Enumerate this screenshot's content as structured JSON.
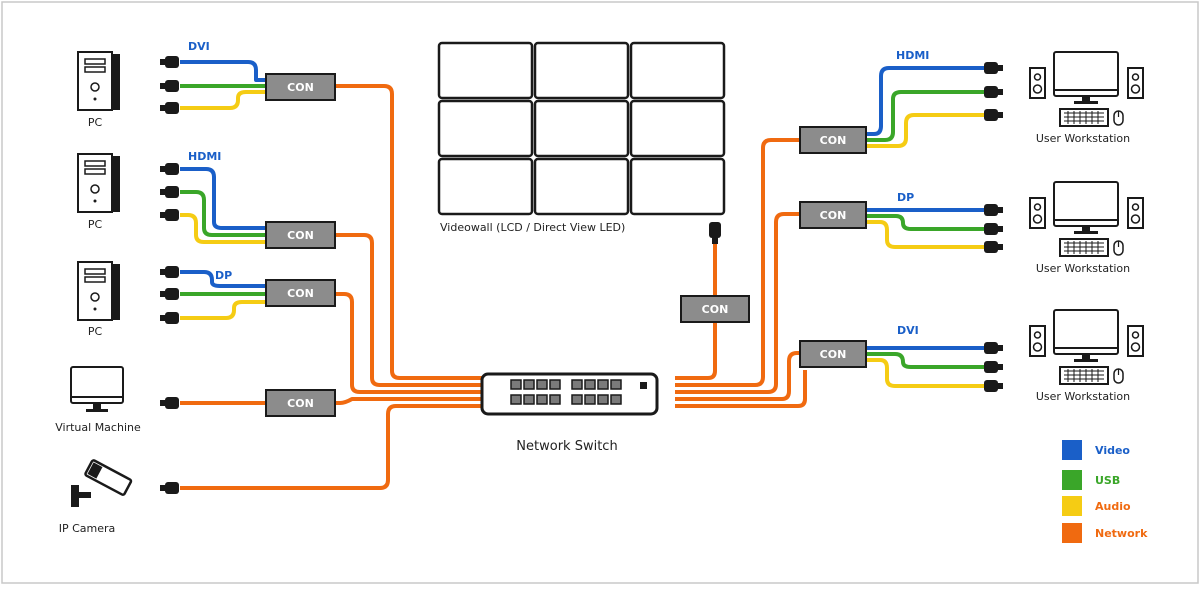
{
  "sources": [
    {
      "label": "PC",
      "signal": "DVI"
    },
    {
      "label": "PC",
      "signal": "HDMI"
    },
    {
      "label": "PC",
      "signal": "DP"
    },
    {
      "label": "Virtual Machine"
    },
    {
      "label": "IP Camera"
    }
  ],
  "workstations": [
    {
      "label": "User Workstation",
      "signal": "HDMI"
    },
    {
      "label": "User Workstation",
      "signal": "DP"
    },
    {
      "label": "User Workstation",
      "signal": "DVI"
    }
  ],
  "con_label": "CON",
  "videowall_label": "Videowall (LCD / Direct View LED)",
  "switch_label": "Network Switch",
  "legend": [
    {
      "label": "Video",
      "color": "#1a5fc8"
    },
    {
      "label": "USB",
      "color": "#3aa629"
    },
    {
      "label": "Audio",
      "color": "#f5cc14"
    },
    {
      "label": "Network",
      "color": "#f06a10"
    }
  ],
  "colors": {
    "video": "#1a5fc8",
    "usb": "#3aa629",
    "audio": "#f5cc14",
    "network": "#f06a10",
    "con_box": "#8c8c8c"
  }
}
